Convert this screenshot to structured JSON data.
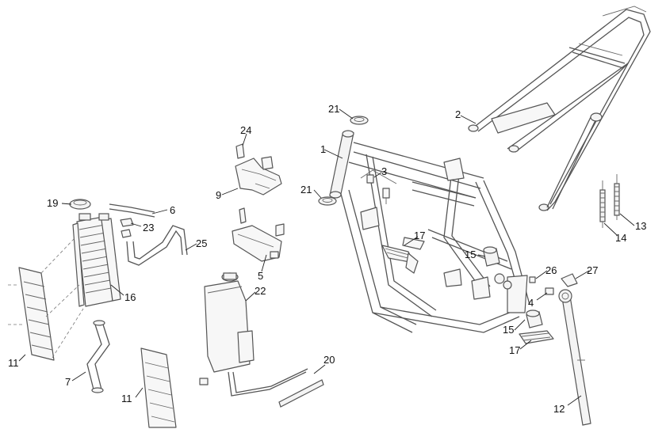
{
  "diagram": {
    "callouts": [
      {
        "id": "c1",
        "text": "1"
      },
      {
        "id": "c2",
        "text": "2"
      },
      {
        "id": "c3",
        "text": "3"
      },
      {
        "id": "c4",
        "text": "4"
      },
      {
        "id": "c5",
        "text": "5"
      },
      {
        "id": "c6",
        "text": "6"
      },
      {
        "id": "c7",
        "text": "7"
      },
      {
        "id": "c9",
        "text": "9"
      },
      {
        "id": "c11a",
        "text": "11"
      },
      {
        "id": "c11b",
        "text": "11"
      },
      {
        "id": "c12",
        "text": "12"
      },
      {
        "id": "c13",
        "text": "13"
      },
      {
        "id": "c14",
        "text": "14"
      },
      {
        "id": "c15a",
        "text": "15"
      },
      {
        "id": "c15b",
        "text": "15"
      },
      {
        "id": "c16",
        "text": "16"
      },
      {
        "id": "c17a",
        "text": "17"
      },
      {
        "id": "c17b",
        "text": "17"
      },
      {
        "id": "c19",
        "text": "19"
      },
      {
        "id": "c20",
        "text": "20"
      },
      {
        "id": "c21a",
        "text": "21"
      },
      {
        "id": "c21b",
        "text": "21"
      },
      {
        "id": "c22",
        "text": "22"
      },
      {
        "id": "c23",
        "text": "23"
      },
      {
        "id": "c24",
        "text": "24"
      },
      {
        "id": "c25",
        "text": "25"
      },
      {
        "id": "c26",
        "text": "26"
      },
      {
        "id": "c27",
        "text": "27"
      }
    ]
  }
}
